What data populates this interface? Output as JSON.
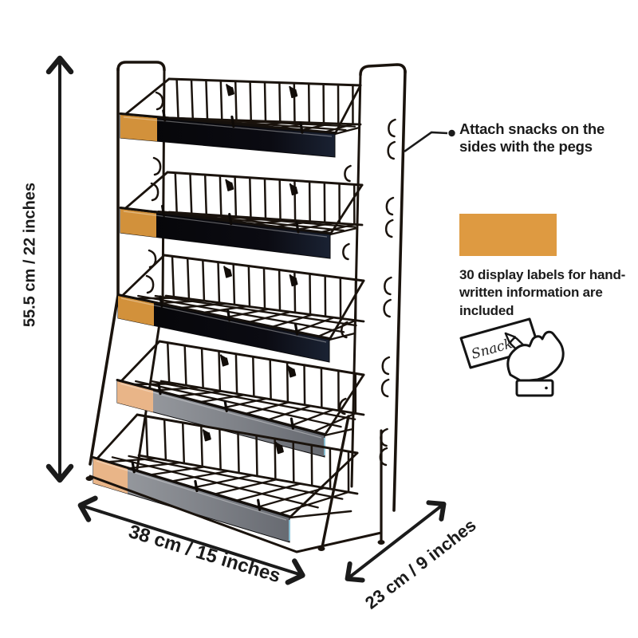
{
  "page": {
    "background": "#ffffff",
    "kind": "product-dimension-diagram"
  },
  "product": {
    "description": "5-tier black wire countertop snack display rack with clip-on label strips and side pegs"
  },
  "dimensions": {
    "height": "55.5 cm / 22 inches",
    "width": "38 cm / 15 inches",
    "depth": "23 cm / 9 inches"
  },
  "callouts": {
    "pegs_note": "Attach snacks on the sides with the pegs",
    "labels_note": "30 display labels for hand-written information are included",
    "label_sample_text": "Snack"
  },
  "swatch": {
    "color": "#DE9A41"
  },
  "colors": {
    "annotation_ink": "#1b1b1b",
    "wire": "#1a130d",
    "label_orange": "#D2913B",
    "label_orange_light": "#E9B588",
    "label_black": "#0a0a10",
    "label_gray": "#84878D"
  },
  "icons": {
    "hand_writing": "hand-writing-label-icon",
    "leader_dot": "leader-dot"
  }
}
